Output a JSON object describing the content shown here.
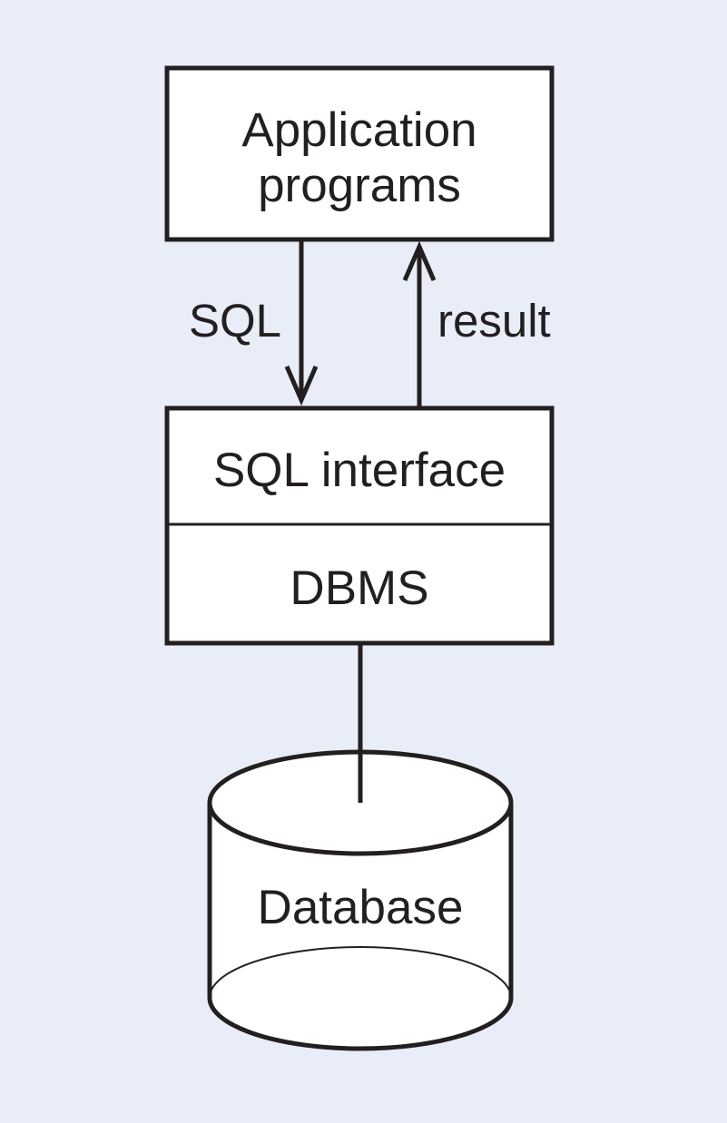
{
  "diagram": {
    "nodes": {
      "application_programs": {
        "line1": "Application",
        "line2": "programs"
      },
      "sql_interface": "SQL interface",
      "dbms": "DBMS",
      "database": "Database"
    },
    "edges": {
      "request": "SQL",
      "response": "result"
    }
  },
  "colors": {
    "background": "#e8edf7",
    "node_fill": "#ffffff",
    "stroke": "#231f20"
  }
}
